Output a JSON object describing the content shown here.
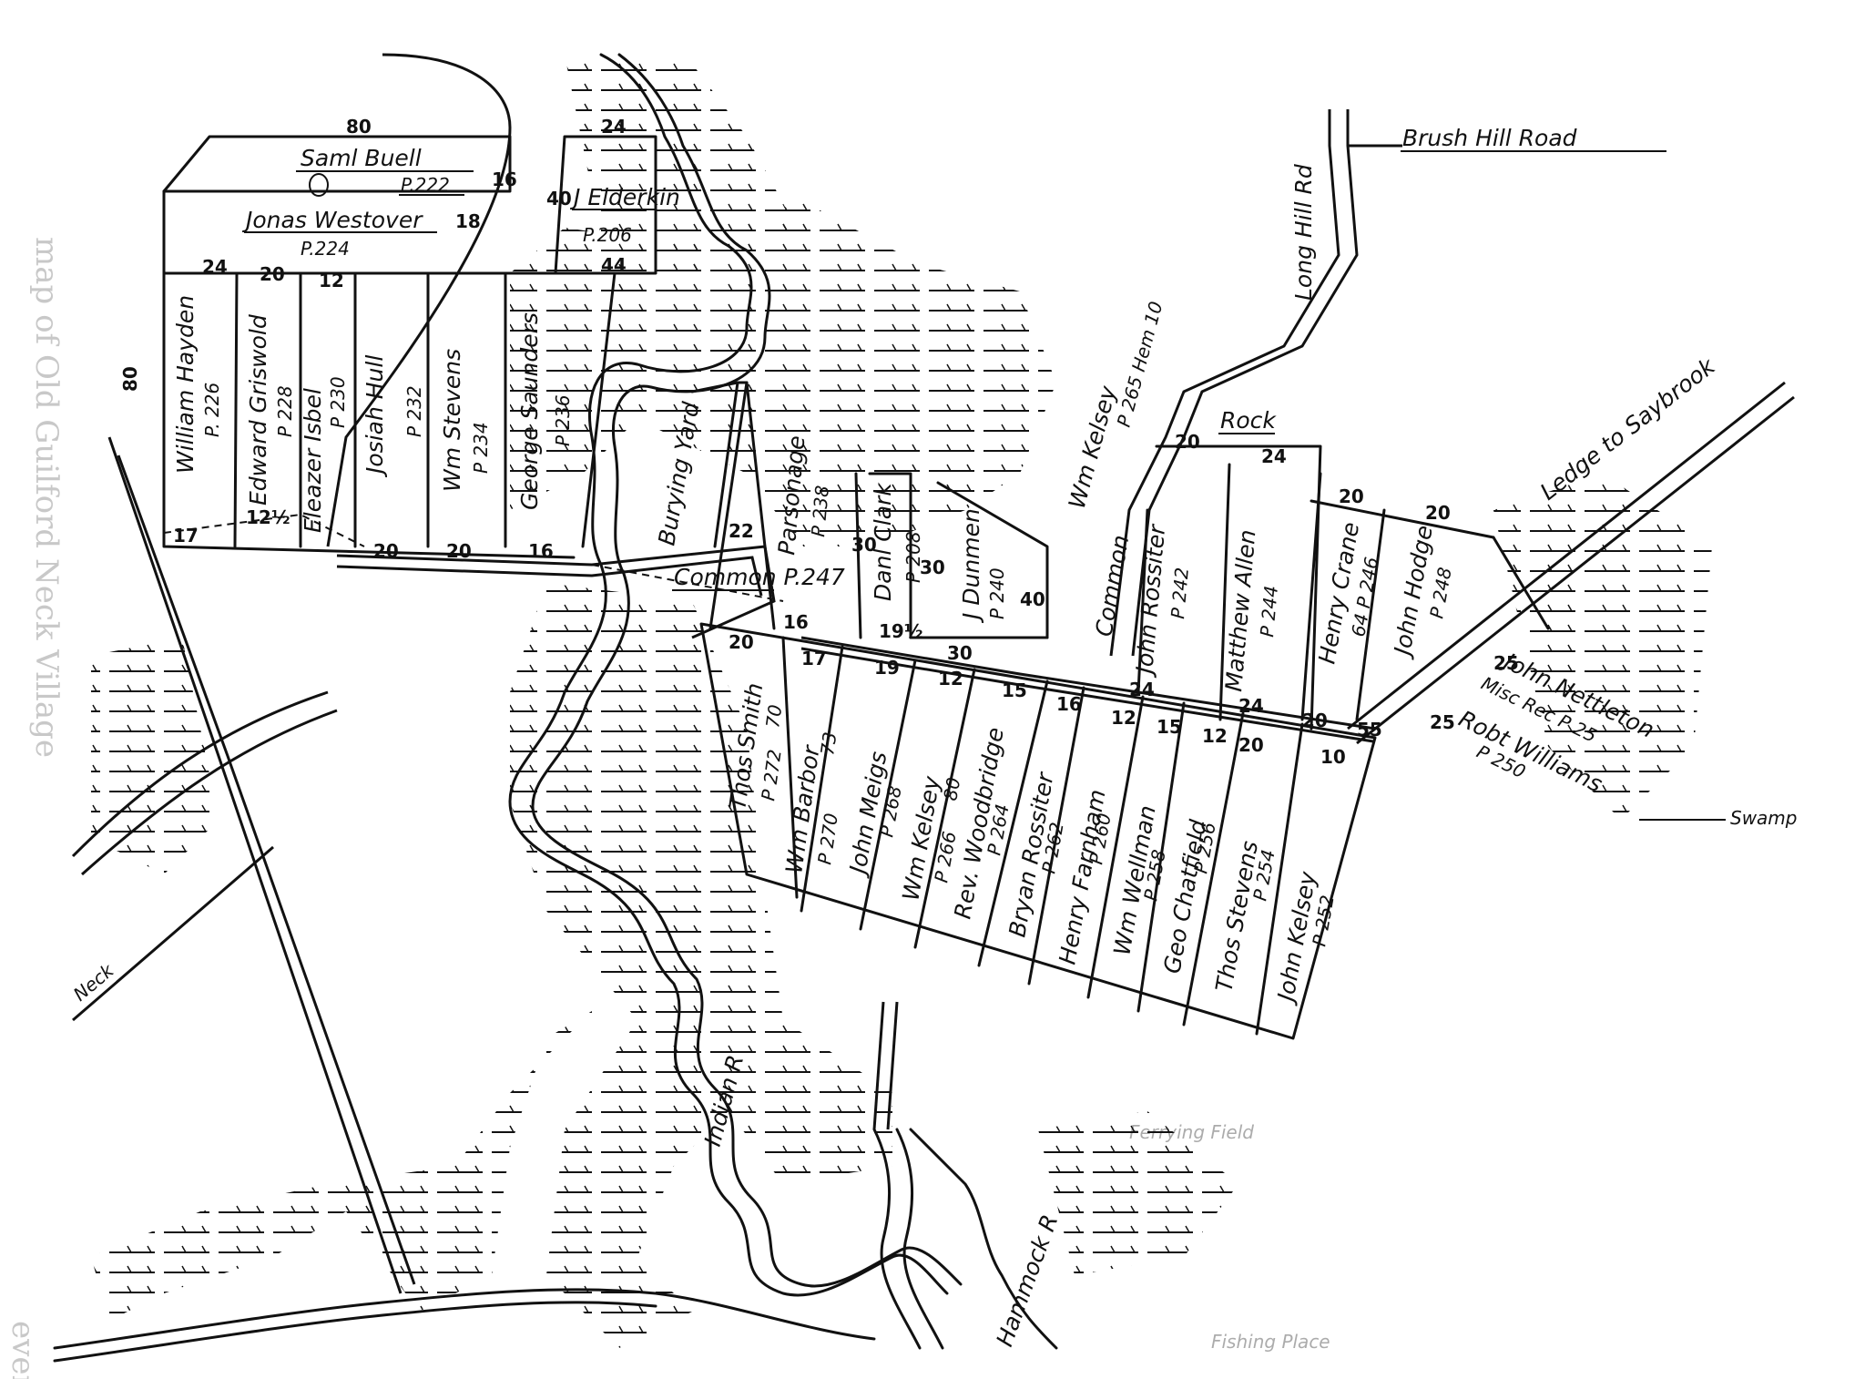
{
  "map_title": "map of Old Guilford Neck Village",
  "margin_text": "evens",
  "roads": {
    "brush_hill": "Brush Hill Road",
    "long_hill": "Long Hill Rd",
    "saybrook": "Ledge to Saybrook",
    "swamp": "Swamp",
    "neck": "Neck",
    "rock": "Rock",
    "common_upper": "Common",
    "common_lower": "Common P.247"
  },
  "rivers": {
    "indian": "Indian R",
    "hammock": "Hammock R"
  },
  "top_lots": [
    {
      "name": "Saml Buell",
      "page": "P.222"
    },
    {
      "name": "Jonas Westover",
      "page": "P.224"
    },
    {
      "name": "J Elderkin",
      "page": "P.206"
    }
  ],
  "north_west_lots": [
    {
      "name": "William Hayden",
      "page": "P. 226",
      "front": "24",
      "rear": "17"
    },
    {
      "name": "Edward Griswold",
      "page": "P 228",
      "front": "20",
      "rear": "12½"
    },
    {
      "name": "Eleazer Isbel",
      "page": "P 230",
      "front": "12",
      "rear": ""
    },
    {
      "name": "Josiah Hull",
      "page": "",
      "front": "",
      "rear": "20"
    },
    {
      "name": "Wm Stevens",
      "page": "P 232",
      "front": "",
      "rear": "20"
    },
    {
      "name": "",
      "page": "P 234",
      "front": "",
      "rear": ""
    },
    {
      "name": "George Saunders",
      "page": "P 236",
      "front": "",
      "rear": "16"
    }
  ],
  "center_lots": [
    {
      "name": "Burying Yard",
      "page": ""
    },
    {
      "name": "Parsonage",
      "page": "P 238"
    },
    {
      "name": "Danl Clark",
      "page": "P 208"
    },
    {
      "name": "J Dunmen",
      "page": "P 240"
    },
    {
      "name": "Wm Kelsey",
      "page": "P 265 Hem 10"
    }
  ],
  "east_lots": [
    {
      "name": "John Rossiter",
      "page": "P 242"
    },
    {
      "name": "Matthew Allen",
      "page": "P 244"
    },
    {
      "name": "Henry Crane",
      "page": "64 P 246"
    },
    {
      "name": "John Hodge",
      "page": "P 248"
    },
    {
      "name": "John Nettleton",
      "page": "Misc Rec P 25"
    },
    {
      "name": "Robt Williams",
      "page": "P 250"
    }
  ],
  "south_lots": [
    {
      "name": "Thos Smith",
      "page": "P 272",
      "extra": "70"
    },
    {
      "name": "Wm Barbor",
      "page": "P 270",
      "extra": "73"
    },
    {
      "name": "John Meigs",
      "page": "P 268",
      "extra": ""
    },
    {
      "name": "Wm Kelsey",
      "page": "P 266",
      "extra": "80"
    },
    {
      "name": "Rev. Woodbridge",
      "page": "P 264",
      "extra": ""
    },
    {
      "name": "Bryan Rossiter",
      "page": "P 262",
      "extra": ""
    },
    {
      "name": "Henry Farnham",
      "page": "P 260",
      "extra": ""
    },
    {
      "name": "Wm Wellman",
      "page": "P 258",
      "extra": ""
    },
    {
      "name": "Geo Chatfield",
      "page": "P 256",
      "extra": ""
    },
    {
      "name": "Thos Stevens",
      "page": "P 254",
      "extra": ""
    },
    {
      "name": "John Kelsey",
      "page": "P 252",
      "extra": ""
    }
  ],
  "dimensions": {
    "top_width": "80",
    "top_right": "16",
    "westover_right": "18",
    "elderkin_top": "24",
    "elderkin_left": "40",
    "elderkin_bottom": "44",
    "west_side": "80",
    "clark_front": "30",
    "clark_rear": "19½",
    "dunmen_front": "30",
    "dunmen_rear": "40",
    "burying_front": "22",
    "common_16": "16",
    "rossiter_front": "20",
    "allen_front": "24",
    "crane_front": "20",
    "hodge_front": "20",
    "smith_front": "20",
    "barbor_front": "17",
    "meigs_front": "19",
    "kelsey_front": "12",
    "woodbridge_front": "15",
    "rossiterB_front": "16",
    "farnham_front": "12",
    "wellman_front": "15",
    "chatfield_front": "12",
    "stevens_front": "20",
    "jkelsey_front": "10",
    "road_24a": "24",
    "road_24b": "24",
    "road_20": "20",
    "road_55": "55",
    "nettleton_25": "25",
    "williams_25": "25",
    "dunmen_30": "30"
  },
  "faint_marks": [
    "Ferrying Field",
    "Fishing Place"
  ]
}
